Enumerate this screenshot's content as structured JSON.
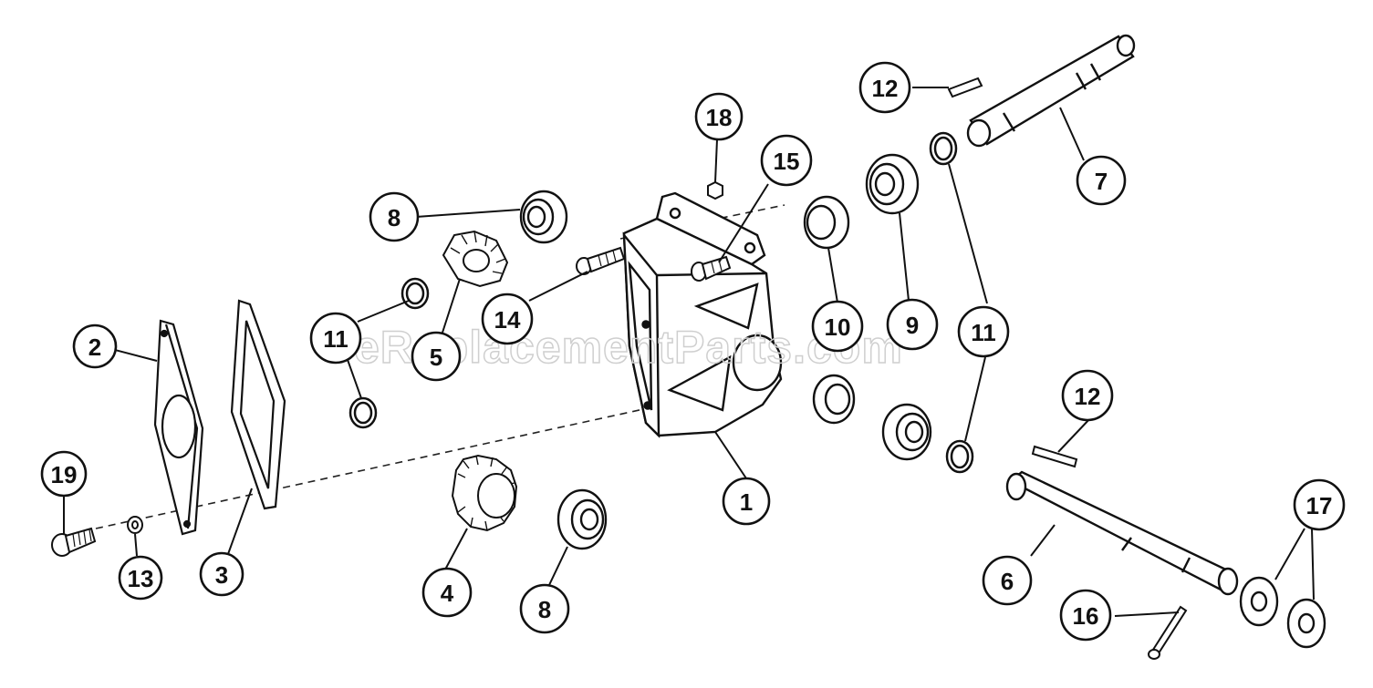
{
  "watermark": "eReplacementParts.com",
  "callouts": [
    {
      "id": "c1",
      "label": "1"
    },
    {
      "id": "c2",
      "label": "2"
    },
    {
      "id": "c3",
      "label": "3"
    },
    {
      "id": "c4",
      "label": "4"
    },
    {
      "id": "c5",
      "label": "5"
    },
    {
      "id": "c6",
      "label": "6"
    },
    {
      "id": "c7",
      "label": "7"
    },
    {
      "id": "c8a",
      "label": "8"
    },
    {
      "id": "c8b",
      "label": "8"
    },
    {
      "id": "c9",
      "label": "9"
    },
    {
      "id": "c10",
      "label": "10"
    },
    {
      "id": "c11a",
      "label": "11"
    },
    {
      "id": "c11b",
      "label": "11"
    },
    {
      "id": "c12a",
      "label": "12"
    },
    {
      "id": "c12b",
      "label": "12"
    },
    {
      "id": "c13",
      "label": "13"
    },
    {
      "id": "c14",
      "label": "14"
    },
    {
      "id": "c15",
      "label": "15"
    },
    {
      "id": "c16",
      "label": "16"
    },
    {
      "id": "c17",
      "label": "17"
    },
    {
      "id": "c18",
      "label": "18"
    },
    {
      "id": "c19",
      "label": "19"
    }
  ]
}
